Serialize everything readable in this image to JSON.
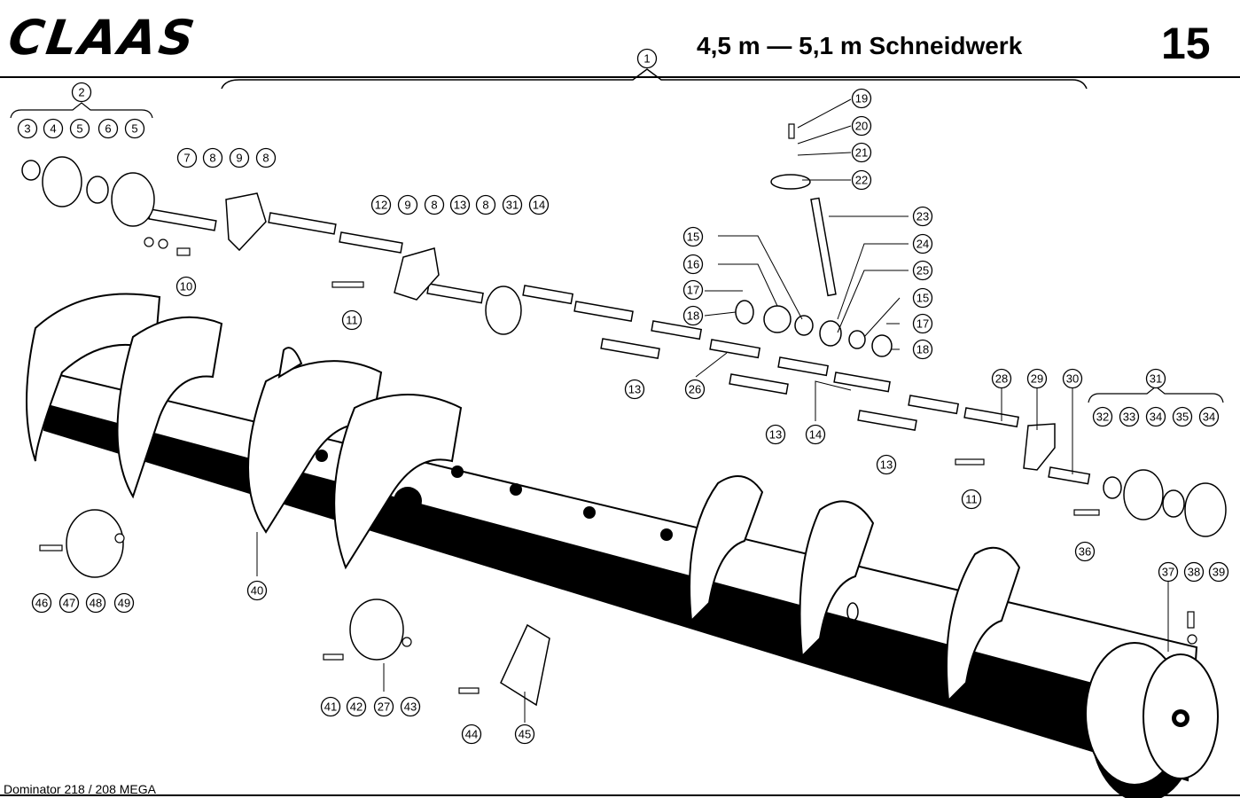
{
  "header": {
    "brand": "CLAAS",
    "title": "4,5 m — 5,1 m Schneidwerk",
    "page_number": "15"
  },
  "footer": {
    "model": "Dominator 218 / 208 MEGA"
  },
  "callouts": [
    {
      "id": "c1",
      "label": "1"
    },
    {
      "id": "c2",
      "label": "2"
    },
    {
      "id": "c3",
      "label": "3"
    },
    {
      "id": "c4",
      "label": "4"
    },
    {
      "id": "c5a",
      "label": "5"
    },
    {
      "id": "c6",
      "label": "6"
    },
    {
      "id": "c5b",
      "label": "5"
    },
    {
      "id": "c7",
      "label": "7"
    },
    {
      "id": "c8a",
      "label": "8"
    },
    {
      "id": "c9a",
      "label": "9"
    },
    {
      "id": "c8b",
      "label": "8"
    },
    {
      "id": "c10",
      "label": "10"
    },
    {
      "id": "c12",
      "label": "12"
    },
    {
      "id": "c9b",
      "label": "9"
    },
    {
      "id": "c8c",
      "label": "8"
    },
    {
      "id": "c13a",
      "label": "13"
    },
    {
      "id": "c8d",
      "label": "8"
    },
    {
      "id": "c31a",
      "label": "31"
    },
    {
      "id": "c14a",
      "label": "14"
    },
    {
      "id": "c11a",
      "label": "11"
    },
    {
      "id": "c19",
      "label": "19"
    },
    {
      "id": "c20",
      "label": "20"
    },
    {
      "id": "c21",
      "label": "21"
    },
    {
      "id": "c22",
      "label": "22"
    },
    {
      "id": "c23",
      "label": "23"
    },
    {
      "id": "c24",
      "label": "24"
    },
    {
      "id": "c25",
      "label": "25"
    },
    {
      "id": "c15a",
      "label": "15"
    },
    {
      "id": "c16",
      "label": "16"
    },
    {
      "id": "c17a",
      "label": "17"
    },
    {
      "id": "c18a",
      "label": "18"
    },
    {
      "id": "c15b",
      "label": "15"
    },
    {
      "id": "c17b",
      "label": "17"
    },
    {
      "id": "c18b",
      "label": "18"
    },
    {
      "id": "c13b",
      "label": "13"
    },
    {
      "id": "c26",
      "label": "26"
    },
    {
      "id": "c13c",
      "label": "13"
    },
    {
      "id": "c14b",
      "label": "14"
    },
    {
      "id": "c13d",
      "label": "13"
    },
    {
      "id": "c28",
      "label": "28"
    },
    {
      "id": "c29",
      "label": "29"
    },
    {
      "id": "c30",
      "label": "30"
    },
    {
      "id": "c31b",
      "label": "31"
    },
    {
      "id": "c32",
      "label": "32"
    },
    {
      "id": "c33",
      "label": "33"
    },
    {
      "id": "c34a",
      "label": "34"
    },
    {
      "id": "c35",
      "label": "35"
    },
    {
      "id": "c34b",
      "label": "34"
    },
    {
      "id": "c11b",
      "label": "11"
    },
    {
      "id": "c36",
      "label": "36"
    },
    {
      "id": "c37",
      "label": "37"
    },
    {
      "id": "c38",
      "label": "38"
    },
    {
      "id": "c39",
      "label": "39"
    },
    {
      "id": "c40",
      "label": "40"
    },
    {
      "id": "c46",
      "label": "46"
    },
    {
      "id": "c47",
      "label": "47"
    },
    {
      "id": "c48",
      "label": "48"
    },
    {
      "id": "c49",
      "label": "49"
    },
    {
      "id": "c41",
      "label": "41"
    },
    {
      "id": "c42",
      "label": "42"
    },
    {
      "id": "c27",
      "label": "27"
    },
    {
      "id": "c43",
      "label": "43"
    },
    {
      "id": "c44",
      "label": "44"
    },
    {
      "id": "c45",
      "label": "45"
    }
  ]
}
